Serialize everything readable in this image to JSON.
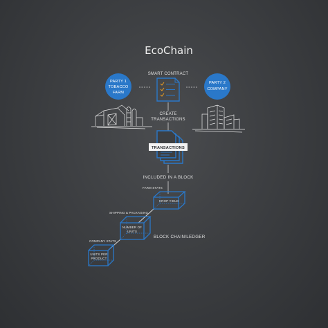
{
  "title": "EcoChain",
  "party1": {
    "line1": "PARTY 1",
    "line2": "TOBACCO",
    "line3": "FARM"
  },
  "party2": {
    "line1": "PARTY 2",
    "line2": "COMPANY"
  },
  "smart_contract": "SMART CONTRACT",
  "create_transactions": {
    "line1": "CREATE",
    "line2": "TRANSACTIONS"
  },
  "transactions_label": "TRANSACTIONS",
  "included_in_block": "INCLUDED IN A BLOCK",
  "blocks": [
    {
      "header": "FARM STATS",
      "lines": [
        "CROP YIELD"
      ]
    },
    {
      "header": "SHIPPING & PACKAGING",
      "lines": [
        "NUMBER OF",
        "UNITS"
      ]
    },
    {
      "header": "COMPANY STATS",
      "lines": [
        "UNITS PER",
        "PRODUCT"
      ]
    }
  ],
  "blockchain_label": "BLOCK CHAIN/LEDGER",
  "colors": {
    "accent_blue": "#2a78c9",
    "background": "#3d3f42",
    "text": "#e6e6e6"
  }
}
